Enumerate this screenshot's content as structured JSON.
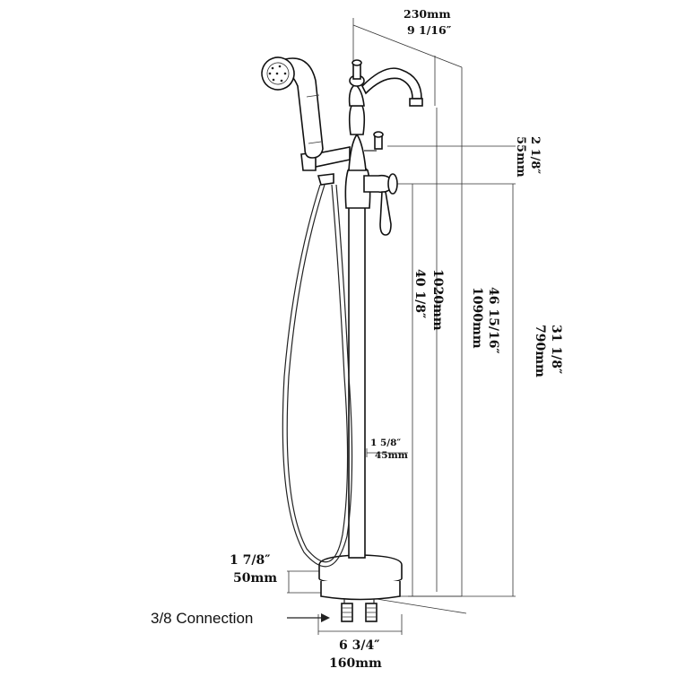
{
  "dimensions": {
    "spout_reach": {
      "mm": "230mm",
      "inch": "9 1/16″"
    },
    "handle_offset": {
      "inch": "2 1/8″",
      "mm": "55mm"
    },
    "overall_height": {
      "inch": "46 15/16″",
      "mm": "1090mm"
    },
    "handle_height": {
      "inch": "31 1/8″",
      "mm": "790mm"
    },
    "spout_height": {
      "inch": "40 1/8″",
      "mm": "1020mm"
    },
    "pipe_diameter": {
      "inch": "1 5/8″",
      "mm": "45mm"
    },
    "base_height": {
      "inch": "1 7/8″",
      "mm": "50mm"
    },
    "base_diameter": {
      "inch": "6 3/4″",
      "mm": "160mm"
    }
  },
  "labels": {
    "connection": "3/8 Connection"
  }
}
